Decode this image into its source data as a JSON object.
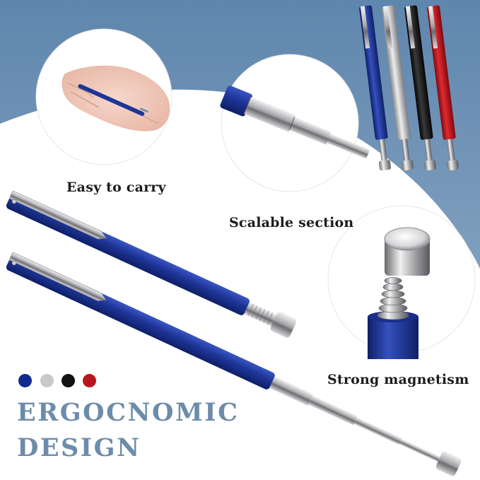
{
  "captions": {
    "easy_to_carry": "Easy to carry",
    "scalable_section": "Scalable section",
    "strong_magnetism": "Strong magnetism"
  },
  "headline": {
    "line1": "ERGOCNOMIC",
    "line2": "DESIGN"
  },
  "color_options": [
    {
      "name": "blue",
      "hex": "#122a8e"
    },
    {
      "name": "silver",
      "hex": "#c9c9cb"
    },
    {
      "name": "black",
      "hex": "#111111"
    },
    {
      "name": "red",
      "hex": "#b8161c"
    }
  ],
  "colors": {
    "background_blue": "#6f92b4",
    "headline": "#6c8ca9",
    "pen_blue": "#1d3596"
  }
}
